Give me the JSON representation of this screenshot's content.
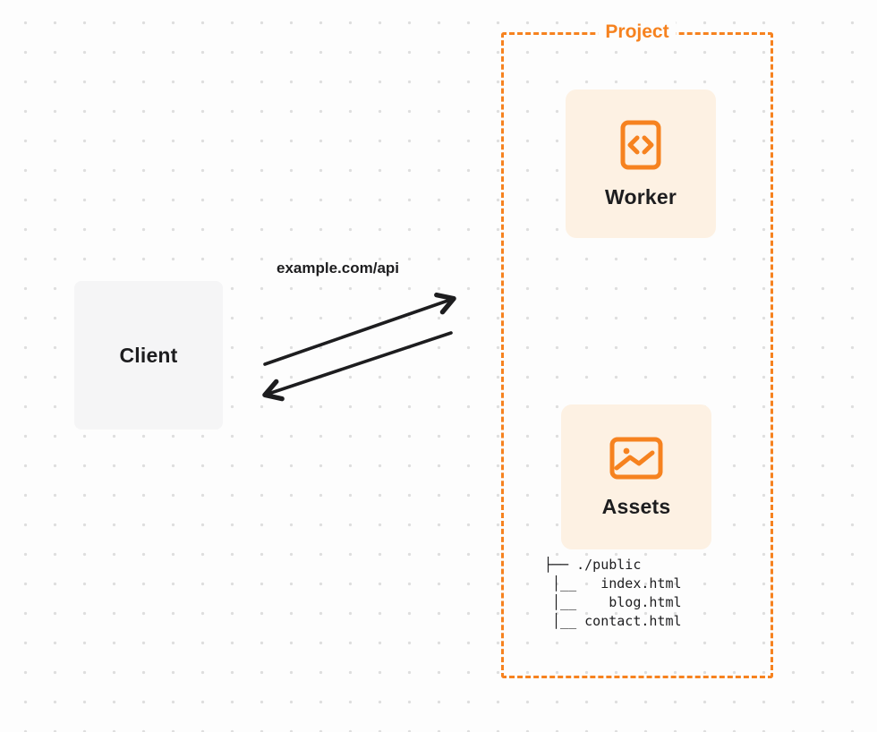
{
  "diagram": {
    "client": {
      "label": "Client"
    },
    "request_label": "example.com/api",
    "project": {
      "label": "Project",
      "worker": {
        "label": "Worker",
        "icon": "code-icon"
      },
      "assets": {
        "label": "Assets",
        "icon": "image-icon"
      },
      "file_tree": {
        "lines": [
          "├── ./public",
          " │__   index.html",
          " │__    blog.html",
          " │__ contact.html"
        ]
      }
    },
    "colors": {
      "accent_orange": "#F6821F",
      "card_background": "#FDF1E3",
      "client_background": "#F5F5F6",
      "arrow_black": "#1D1D1F",
      "page_background": "#FDFDFD",
      "dot_grid": "#DEDEDE"
    }
  }
}
